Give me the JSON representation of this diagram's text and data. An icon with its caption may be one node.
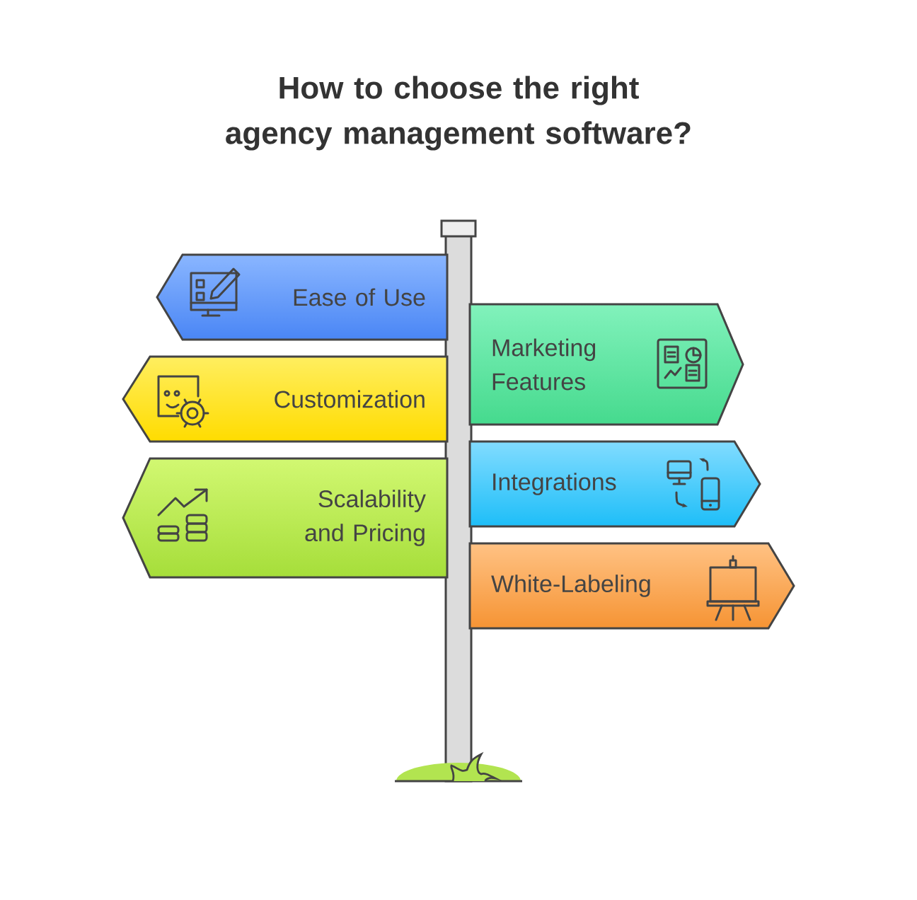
{
  "diagram": {
    "title": "How to choose the right agency management software?",
    "nodes": [
      {
        "text": [
          "Ease of Use"
        ]
      },
      {
        "text": [
          "Customization"
        ]
      },
      {
        "text": [
          "Scalability and Pricing"
        ]
      },
      {
        "text": [
          "Marketing Features"
        ]
      },
      {
        "text": [
          "Integrations"
        ]
      },
      {
        "text": [
          "White-Labeling"
        ]
      }
    ]
  }
}
